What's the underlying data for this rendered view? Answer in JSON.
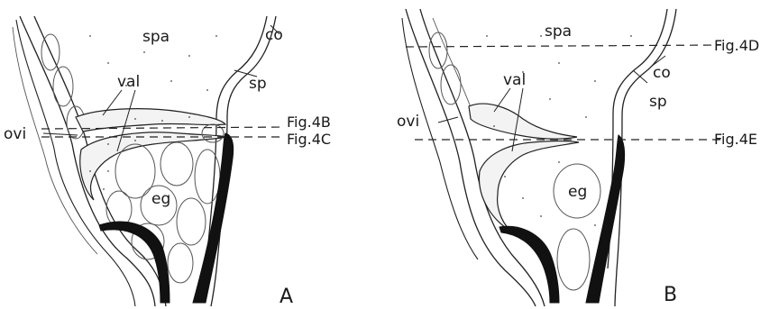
{
  "panels": [
    {
      "id": "A",
      "panel_letter": "A",
      "labels": {
        "spa": "spa",
        "co": "co",
        "sp": "sp",
        "val": "val",
        "ovi": "ovi",
        "eg": "eg"
      },
      "section_refs": [
        "Fig.4B",
        "Fig.4C"
      ]
    },
    {
      "id": "B",
      "panel_letter": "B",
      "labels": {
        "spa": "spa",
        "co": "co",
        "sp": "sp",
        "val": "val",
        "ovi": "ovi",
        "eg": "eg"
      },
      "section_refs": [
        "Fig.4D",
        "Fig.4E"
      ]
    }
  ]
}
